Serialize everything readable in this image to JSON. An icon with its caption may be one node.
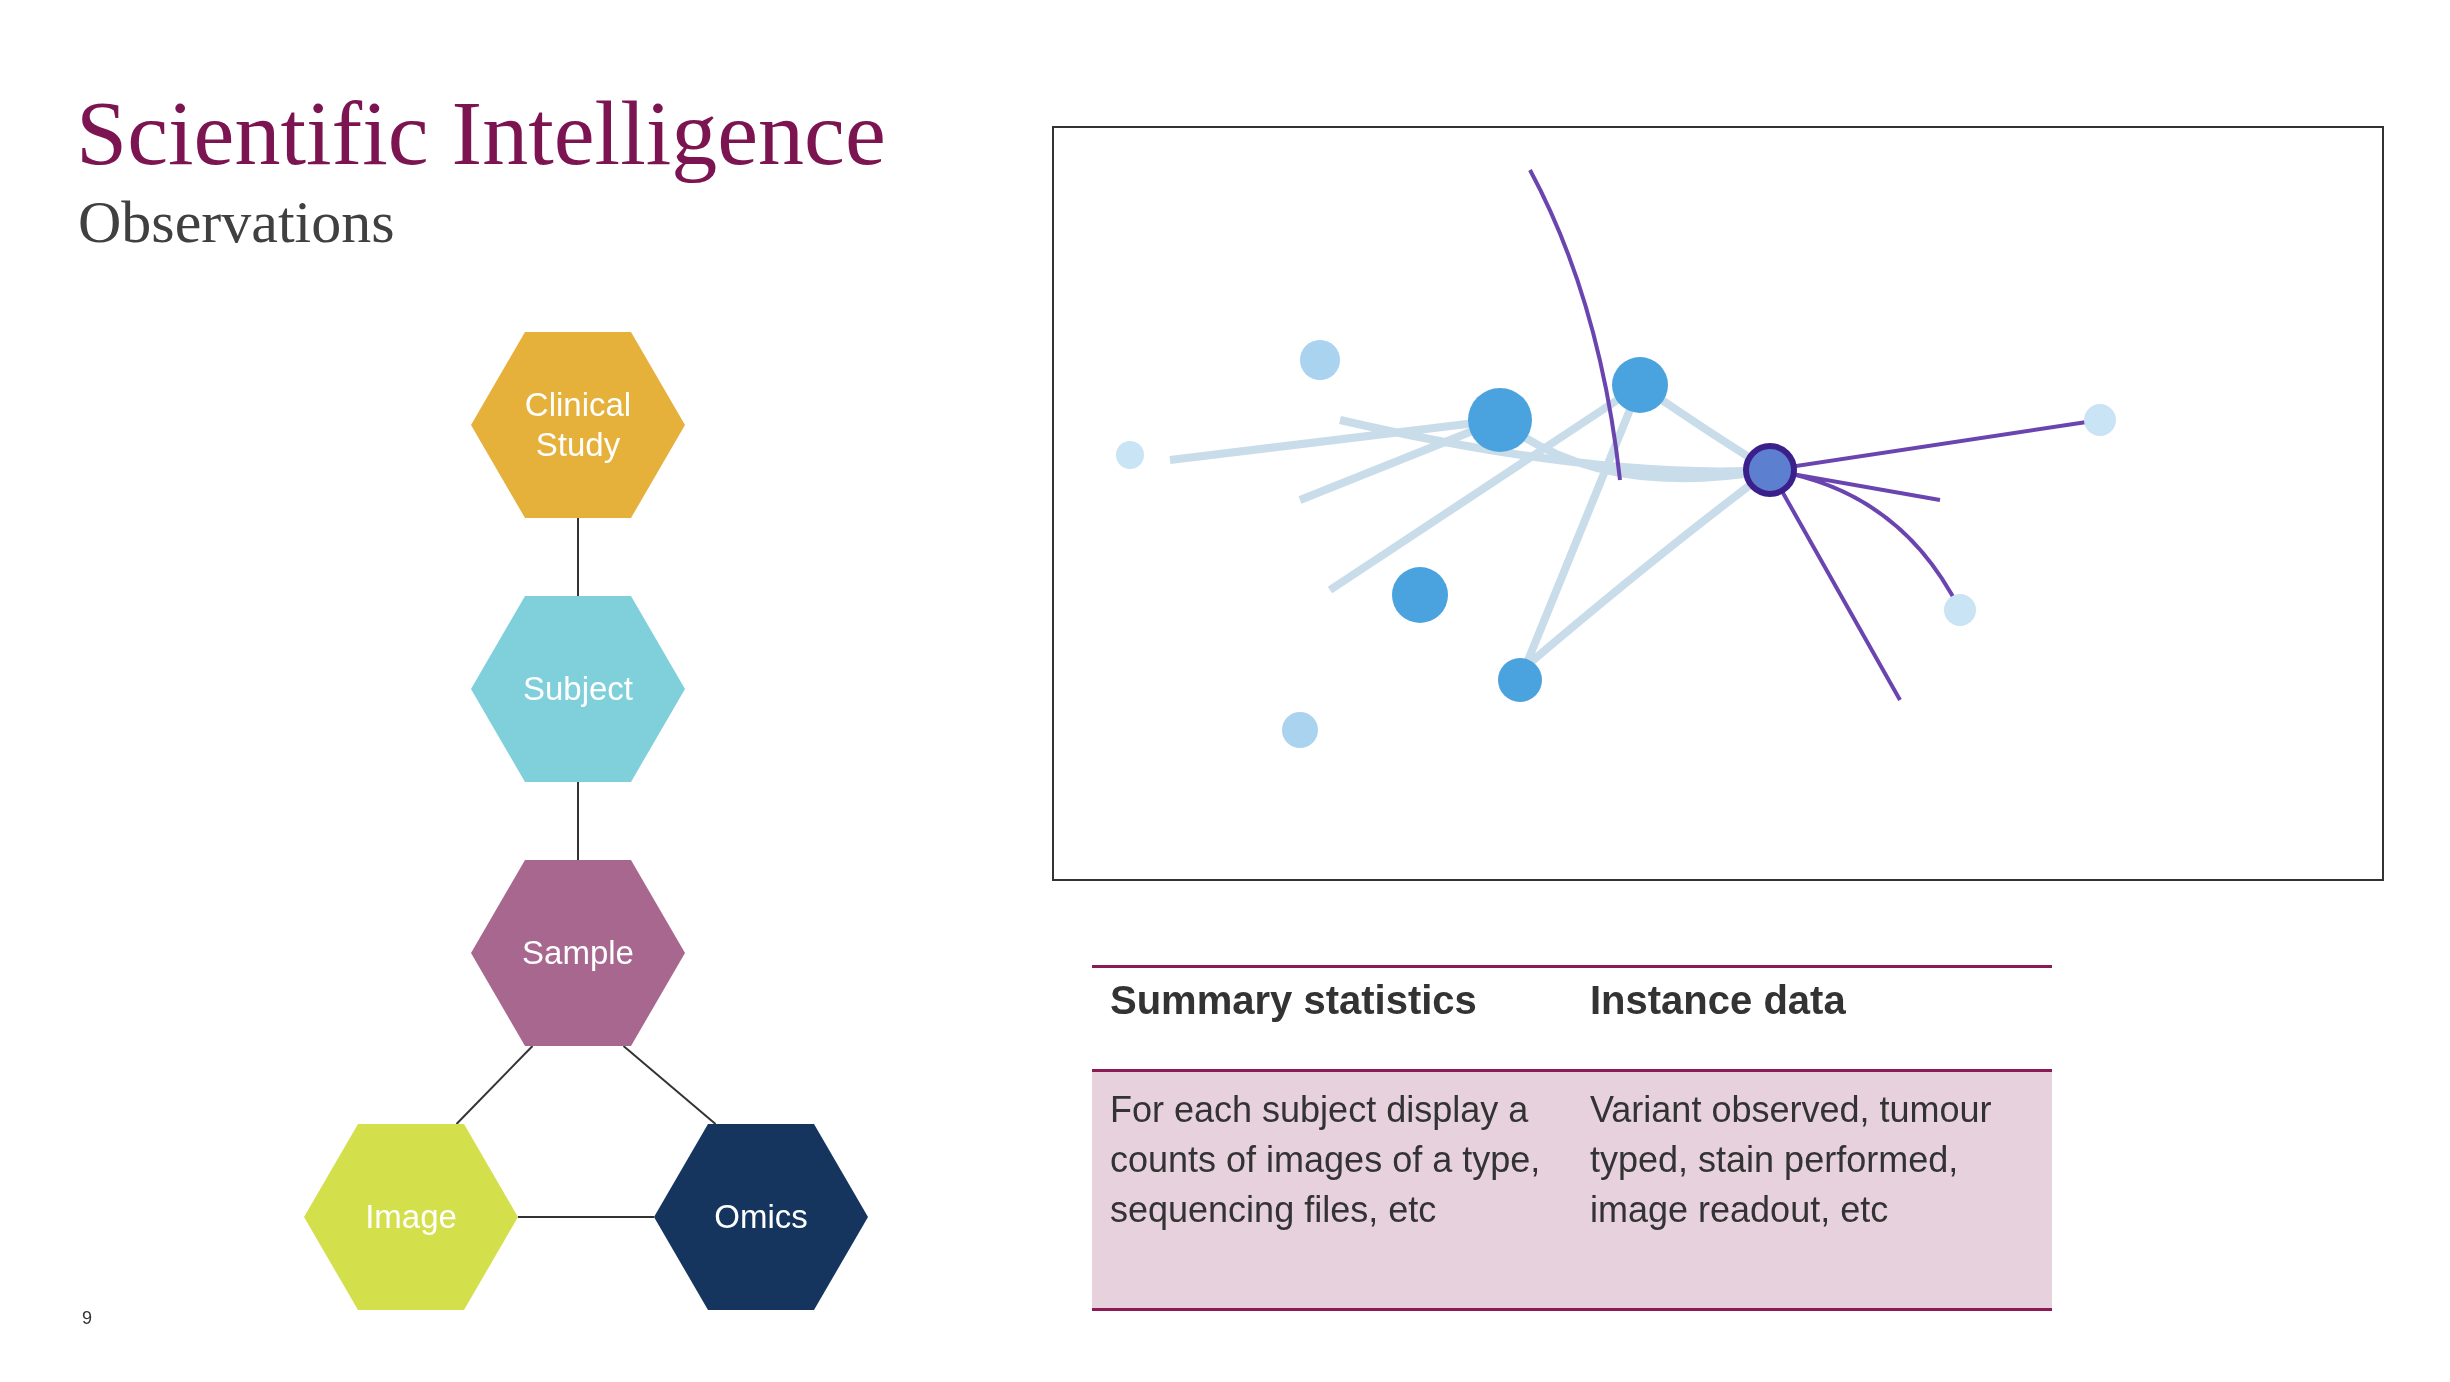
{
  "diagram": {
    "title": "Scientific Intelligence",
    "nodes": [
      {
        "text": [
          "Clinical Study"
        ]
      },
      {
        "text": [
          "Subject"
        ]
      },
      {
        "text": [
          "Sample"
        ]
      },
      {
        "text": [
          "Image"
        ]
      },
      {
        "text": [
          "Omics"
        ]
      }
    ],
    "edges": [
      {
        "from": 0,
        "to": 1,
        "arrow": "none"
      },
      {
        "from": 1,
        "to": 2,
        "arrow": "none"
      },
      {
        "from": 2,
        "to": 3,
        "arrow": "none"
      },
      {
        "from": 2,
        "to": 4,
        "arrow": "none"
      },
      {
        "from": 3,
        "to": 4,
        "arrow": "none"
      }
    ],
    "labels": [
      "Observations",
      "Summary statistics",
      "Instance data",
      "For each subject display a counts of images of a type, sequencing files, etc",
      "Variant observed, tumour typed, stain performed, image readout, etc",
      "9"
    ]
  }
}
